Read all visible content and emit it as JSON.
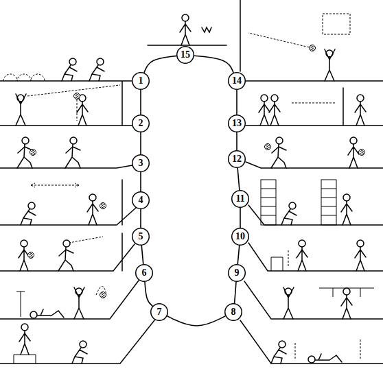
{
  "diagram": {
    "nodes": [
      {
        "text": [
          "1"
        ]
      },
      {
        "text": [
          "2"
        ]
      },
      {
        "text": [
          "3"
        ]
      },
      {
        "text": [
          "4"
        ]
      },
      {
        "text": [
          "5"
        ]
      },
      {
        "text": [
          "6"
        ]
      },
      {
        "text": [
          "7"
        ]
      },
      {
        "text": [
          "8"
        ]
      },
      {
        "text": [
          "9"
        ]
      },
      {
        "text": [
          "10"
        ]
      },
      {
        "text": [
          "11"
        ]
      },
      {
        "text": [
          "12"
        ]
      },
      {
        "text": [
          "13"
        ]
      },
      {
        "text": [
          "14"
        ]
      },
      {
        "text": [
          "15"
        ]
      }
    ],
    "edges": [
      {
        "from": 0,
        "to": 1,
        "arrow": "none"
      },
      {
        "from": 1,
        "to": 2,
        "arrow": "none"
      },
      {
        "from": 2,
        "to": 3,
        "arrow": "none"
      },
      {
        "from": 3,
        "to": 4,
        "arrow": "none"
      },
      {
        "from": 4,
        "to": 5,
        "arrow": "none"
      },
      {
        "from": 5,
        "to": 6,
        "arrow": "none"
      },
      {
        "from": 6,
        "to": 7,
        "arrow": "none"
      },
      {
        "from": 7,
        "to": 8,
        "arrow": "none"
      },
      {
        "from": 8,
        "to": 9,
        "arrow": "none"
      },
      {
        "from": 9,
        "to": 10,
        "arrow": "none"
      },
      {
        "from": 10,
        "to": 11,
        "arrow": "none"
      },
      {
        "from": 11,
        "to": 12,
        "arrow": "none"
      },
      {
        "from": 12,
        "to": 13,
        "arrow": "none"
      },
      {
        "from": 13,
        "to": 14,
        "arrow": "none"
      },
      {
        "from": 14,
        "to": 0,
        "arrow": "none"
      }
    ]
  }
}
